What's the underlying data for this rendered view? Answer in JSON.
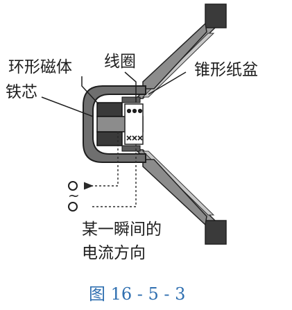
{
  "labels": {
    "ring_magnet": "环形磁体",
    "coil": "线圈",
    "iron_core": "铁芯",
    "cone": "锥形纸盆",
    "current_direction_line1": "某一瞬间的",
    "current_direction_line2": "电流方向",
    "ac_symbol": "~"
  },
  "caption": "图 16 - 5 - 3",
  "colors": {
    "ink": "#1e1e1e",
    "caption": "#2f6fb0",
    "frame_fill": "#8c8c8c",
    "cone_fill": "#a9a9a9",
    "dark_block": "#3a3a3a",
    "mid_gray": "#6f6f6f"
  }
}
